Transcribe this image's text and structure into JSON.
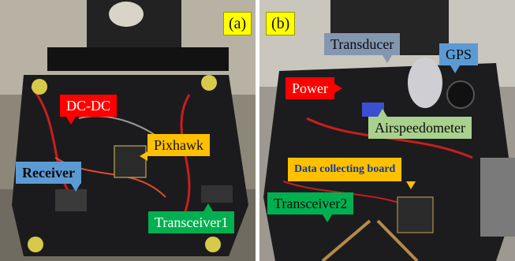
{
  "panels": [
    {
      "label": "(a)",
      "callouts": {
        "dcdc": "DC-DC",
        "pixhawk": "Pixhawk",
        "receiver": "Receiver",
        "transceiver1": "Transceiver1"
      }
    },
    {
      "label": "(b)",
      "callouts": {
        "transducer": "Transducer",
        "gps": "GPS",
        "power": "Power",
        "airspeedometer": "Airspeedometer",
        "data_board": "Data collecting board",
        "transceiver2": "Transceiver2"
      }
    }
  ],
  "colors": {
    "label_yellow": "#ffff00",
    "red": "#ff0000",
    "orange": "#ffc000",
    "blue": "#5b9bd5",
    "green": "#00b050",
    "light_green": "#a9d18e",
    "slate": "#8497b0"
  }
}
